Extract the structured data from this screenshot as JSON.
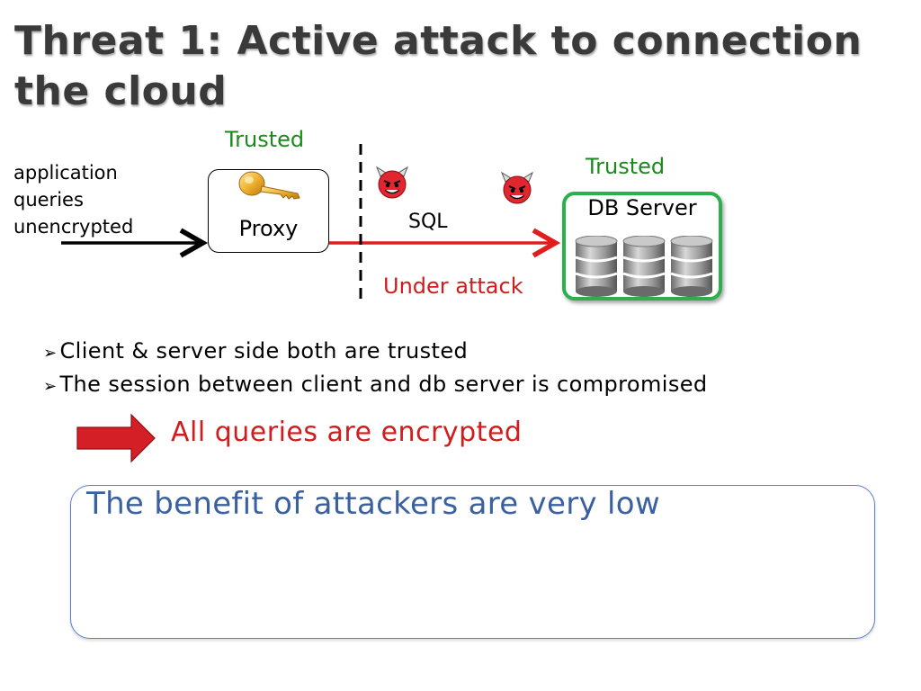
{
  "slide": {
    "title": "Threat 1: Active attack to connection the cloud"
  },
  "diagram": {
    "client_trust_label": "Trusted",
    "server_trust_label": "Trusted",
    "app_label_lines": [
      "application",
      "queries",
      "unencrypted"
    ],
    "proxy_label": "Proxy",
    "sql_label": "SQL",
    "attack_label": "Under attack",
    "db_label": "DB Server",
    "icons": [
      "key-icon",
      "devil-icon",
      "devil-icon",
      "database-icon",
      "database-icon",
      "database-icon"
    ],
    "colors": {
      "trusted": "#1a8a1a",
      "attack": "#d01c1c",
      "db_border": "#2bb04c"
    }
  },
  "bullets": [
    "Client & server side both are trusted",
    "The session between client and db server is compromised"
  ],
  "conclusion": "All queries are encrypted",
  "benefit": "The benefit of attackers are very low"
}
